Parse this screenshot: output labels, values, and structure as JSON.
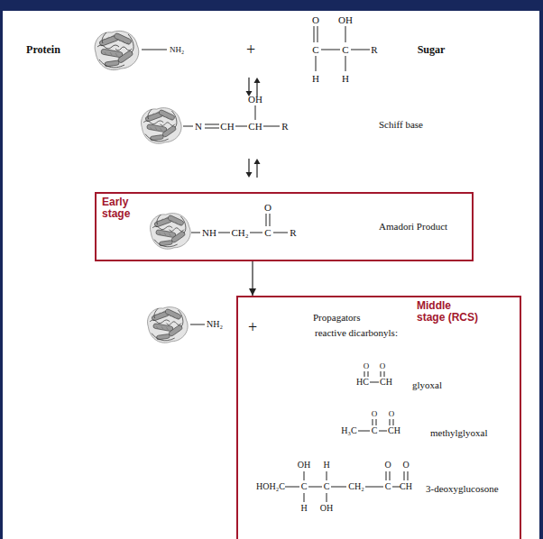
{
  "diagram": {
    "nodes": [
      {
        "text": [
          "Early stage",
          "Amadori Product"
        ]
      },
      {
        "text": [
          "Middle stage (RCS)",
          "Propagators",
          "reactive dicarbonyls:",
          "glyoxal",
          "methylglyoxal",
          "3-deoxyglucosone"
        ]
      }
    ],
    "edges": [
      {
        "from": 0,
        "to": 1,
        "arrow": "to"
      }
    ],
    "labels": [
      "Protein",
      "NH₂",
      "+",
      "O",
      "OH",
      "C",
      "C",
      "R",
      "H",
      "H",
      "Sugar",
      "OH",
      "N",
      "CH",
      "CH",
      "R",
      "Schiff base",
      "O",
      "NH",
      "CH₂",
      "C",
      "R",
      "NH₂",
      "+",
      "O",
      "O",
      "HC",
      "CH",
      "O",
      "O",
      "H₃C",
      "C",
      "CH",
      "OH",
      "H",
      "O",
      "O",
      "HOH₂C",
      "C",
      "C",
      "CH₂",
      "C",
      "CH",
      "H",
      "OH"
    ]
  }
}
